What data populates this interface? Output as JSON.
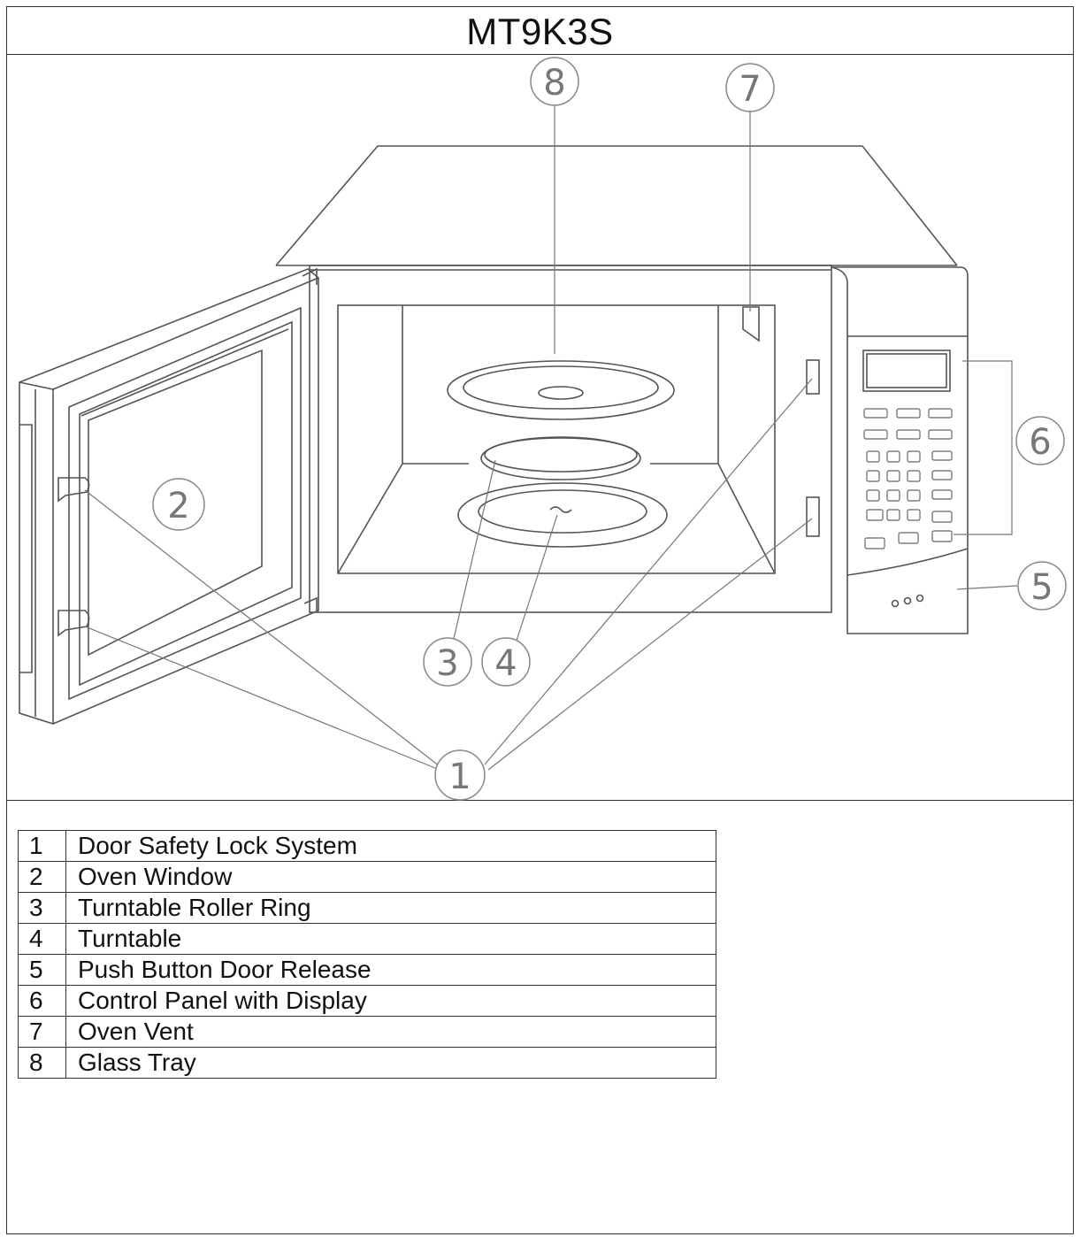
{
  "title": "MT9K3S",
  "callouts": [
    {
      "id": "1",
      "label": "1"
    },
    {
      "id": "2",
      "label": "2"
    },
    {
      "id": "3",
      "label": "3"
    },
    {
      "id": "4",
      "label": "4"
    },
    {
      "id": "5",
      "label": "5"
    },
    {
      "id": "6",
      "label": "6"
    },
    {
      "id": "7",
      "label": "7"
    },
    {
      "id": "8",
      "label": "8"
    }
  ],
  "legend": [
    {
      "num": "1",
      "label": "Door Safety Lock System"
    },
    {
      "num": "2",
      "label": "Oven Window"
    },
    {
      "num": "3",
      "label": "Turntable Roller Ring"
    },
    {
      "num": "4",
      "label": "Turntable"
    },
    {
      "num": "5",
      "label": "Push Button Door Release"
    },
    {
      "num": "6",
      "label": "Control Panel with Display"
    },
    {
      "num": "7",
      "label": "Oven Vent"
    },
    {
      "num": "8",
      "label": "Glass Tray"
    }
  ]
}
